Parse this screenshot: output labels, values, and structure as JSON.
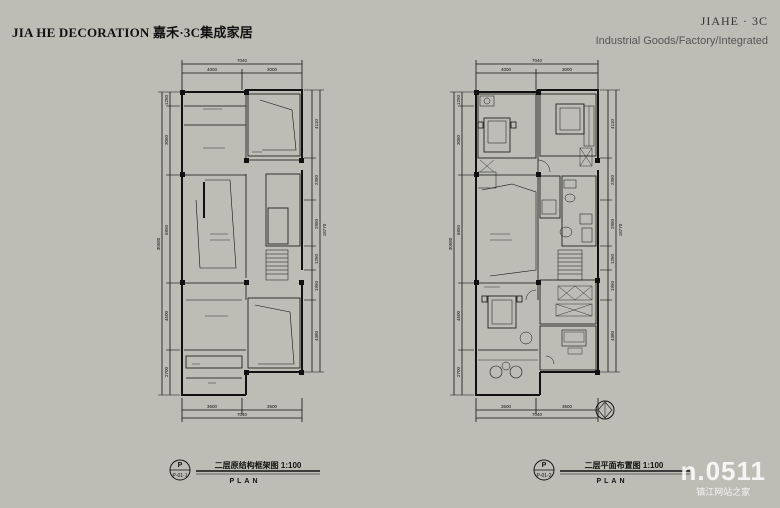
{
  "header": {
    "brand_left": "JIA HE DECORATION 嘉禾·3C集成家居",
    "brand_right_title": "JIAHE · 3C",
    "brand_right_subtitle": "Industrial Goods/Factory/Integrated"
  },
  "plans": [
    {
      "dims_top": [
        "7040",
        "4000",
        "3000"
      ],
      "dims_bottom": [
        "3600",
        "3600",
        "7040"
      ],
      "dims_left": [
        "1250",
        "3050",
        "6850",
        "4500",
        "2700",
        "30580"
      ],
      "dims_right": [
        "4110",
        "2350",
        "2950",
        "1250",
        "1950",
        "4380",
        "18770"
      ],
      "label_code": "P-01-1",
      "label_symbol": "P",
      "label_title": "二层原结构框架图  1:100",
      "label_plan": "PLAN"
    },
    {
      "dims_top": [
        "7040",
        "4000",
        "3000"
      ],
      "dims_bottom": [
        "3600",
        "3600",
        "7040"
      ],
      "dims_left": [
        "1250",
        "3050",
        "6850",
        "4500",
        "2700",
        "30580"
      ],
      "dims_right": [
        "4110",
        "2350",
        "2950",
        "1250",
        "1950",
        "4380",
        "18770"
      ],
      "label_code": "P-01-2",
      "label_symbol": "P",
      "label_title": "二层平面布置图  1:100",
      "label_plan": "PLAN"
    }
  ],
  "watermark": {
    "logo": "n.0511",
    "sub": "镇江网站之家"
  },
  "colors": {
    "background": "#bdbdb5",
    "line": "#111111",
    "wall": "#ffffff"
  }
}
